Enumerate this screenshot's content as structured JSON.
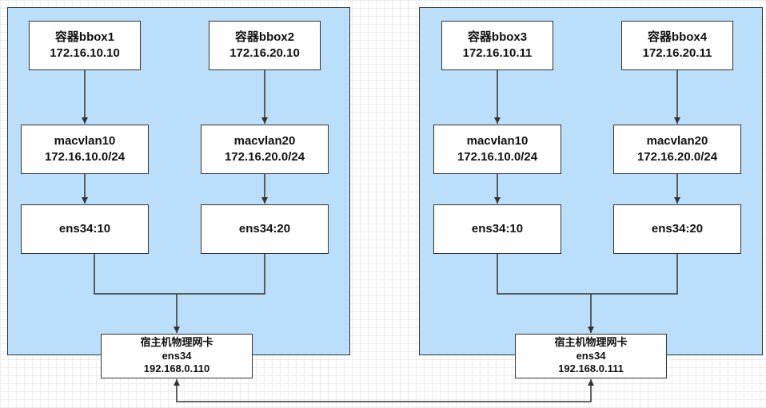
{
  "hosts": [
    {
      "containers": [
        {
          "label": "容器bbox1",
          "ip": "172.16.10.10"
        },
        {
          "label": "容器bbox2",
          "ip": "172.16.20.10"
        }
      ],
      "macvlans": [
        {
          "name": "macvlan10",
          "subnet": "172.16.10.0/24"
        },
        {
          "name": "macvlan20",
          "subnet": "172.16.20.0/24"
        }
      ],
      "subifs": [
        "ens34:10",
        "ens34:20"
      ],
      "nic": {
        "title": "宿主机物理网卡",
        "iface": "ens34",
        "ip": "192.168.0.110"
      }
    },
    {
      "containers": [
        {
          "label": "容器bbox3",
          "ip": "172.16.10.11"
        },
        {
          "label": "容器bbox4",
          "ip": "172.16.20.11"
        }
      ],
      "macvlans": [
        {
          "name": "macvlan10",
          "subnet": "172.16.10.0/24"
        },
        {
          "name": "macvlan20",
          "subnet": "172.16.20.0/24"
        }
      ],
      "subifs": [
        "ens34:10",
        "ens34:20"
      ],
      "nic": {
        "title": "宿主机物理网卡",
        "iface": "ens34",
        "ip": "192.168.0.111"
      }
    }
  ],
  "colors": {
    "host_fill": "#bbdefb",
    "box_fill": "#ffffff",
    "stroke": "#333333"
  }
}
